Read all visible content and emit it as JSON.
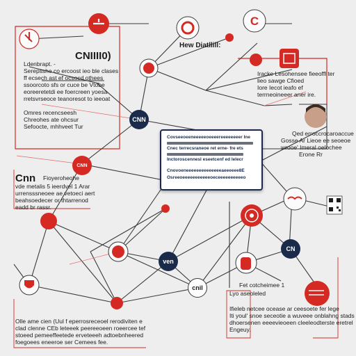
{
  "labels": {
    "left_top_title": "CNIIII0)",
    "left_top_lead": "Ldenbrapt. -",
    "left_top_lines": [
      "Serepsshe co ercoost ieo ble clases",
      "ff ecsech  ast  ef ocsocd othees",
      "ssoorcoto sfs  or cuce be Vtobe",
      "eoreeretetdi ee foercreen yoesa",
      "rretsvrseoce teanoresot to ieeoat"
    ],
    "left_mid_lines": [
      "Omres recencseesh",
      "Chreohes ate ohcsur",
      "Sefoocte, mhhveet Tur"
    ],
    "top_right_heading": "Hew Diatllill:",
    "right_top_lines": [
      "Iracke Lesohensee fieeoffl ter",
      "lieo sawge Cfioed",
      "Iore  Iecot ieafo ef",
      "terrneoineeer aner ire."
    ],
    "right_person_lines": [
      "Qed erroccrocaroaccue",
      "Gosse Ar Lieoe ee seoeoe",
      "wrooe' Imeral oelochee",
      "Erone Rr"
    ],
    "cnn_left_big": "Cnn",
    "cnn_left_lead": "Fioyeroheohe",
    "cnn_left_lines": [
      "vde metalis 5 ieerdvel 1 Arar",
      "urrensssneoee ae vetoeci aert",
      "beahsoedecer or thtarrenod",
      "eadd br rassr."
    ],
    "node_cnn_left": "CNN",
    "node_cnn_right": "CN",
    "node_ven": "ven",
    "node_cnil": "cnil",
    "node_cnn_small": "CNN",
    "bottom_left_lines": [
      "Olle ame cien (Uul  f eperrosreceoel rerodiviten e",
      "clad clenne CEb leteeek peereeoeen roeercee tef",
      "stoeed pemeeffeetede erveteeeh adtoebnheered",
      "foegoees eneeroe ser Cemees fee."
    ],
    "bottom_right_lead": "Fet cotcheimee 1",
    "bottom_right_sub": "Lyo aseoleled",
    "bottom_right_lines": [
      "Ifieleb netcee ocease ar ceesoete fer lege",
      "Iti youl' snoe seceotie a wuveee onblahng stads Cef",
      "dhoersenen eeeevieoeen cleeleodterste eretrel",
      "Engeuy."
    ],
    "card_lines": [
      "Covseeoeeneeeeeoeeeereeeeeeeer Ine",
      "Cnec terrecsraneoe ret erne- fre ets",
      "Inctoroscennesl eseetcenf ed lelecr"
    ],
    "card_footer_lines": [
      "Cnovoeneeeeeeeeeeeeeeaeeeeee8E",
      "Osreeoeeeeeeeeeeeoeceeeeeeeeeeo"
    ]
  },
  "colors": {
    "accent": "#d42a23",
    "navy": "#1a2a4a",
    "line": "#3a3a3a",
    "thin_red": "#e06a6a",
    "text": "#1c1c1c"
  },
  "icons": [
    "red-circle-icon-a",
    "red-circle-icon-b",
    "red-c-logo-icon",
    "red-square-icon",
    "red-circle-icon-c",
    "red-node-icon",
    "red-target-node",
    "red-small-node",
    "red-fist-icon",
    "red-shield-icon",
    "red-fire-icon",
    "red-hand-icon",
    "glasses-icon",
    "qr-code-icon",
    "person-photo"
  ]
}
